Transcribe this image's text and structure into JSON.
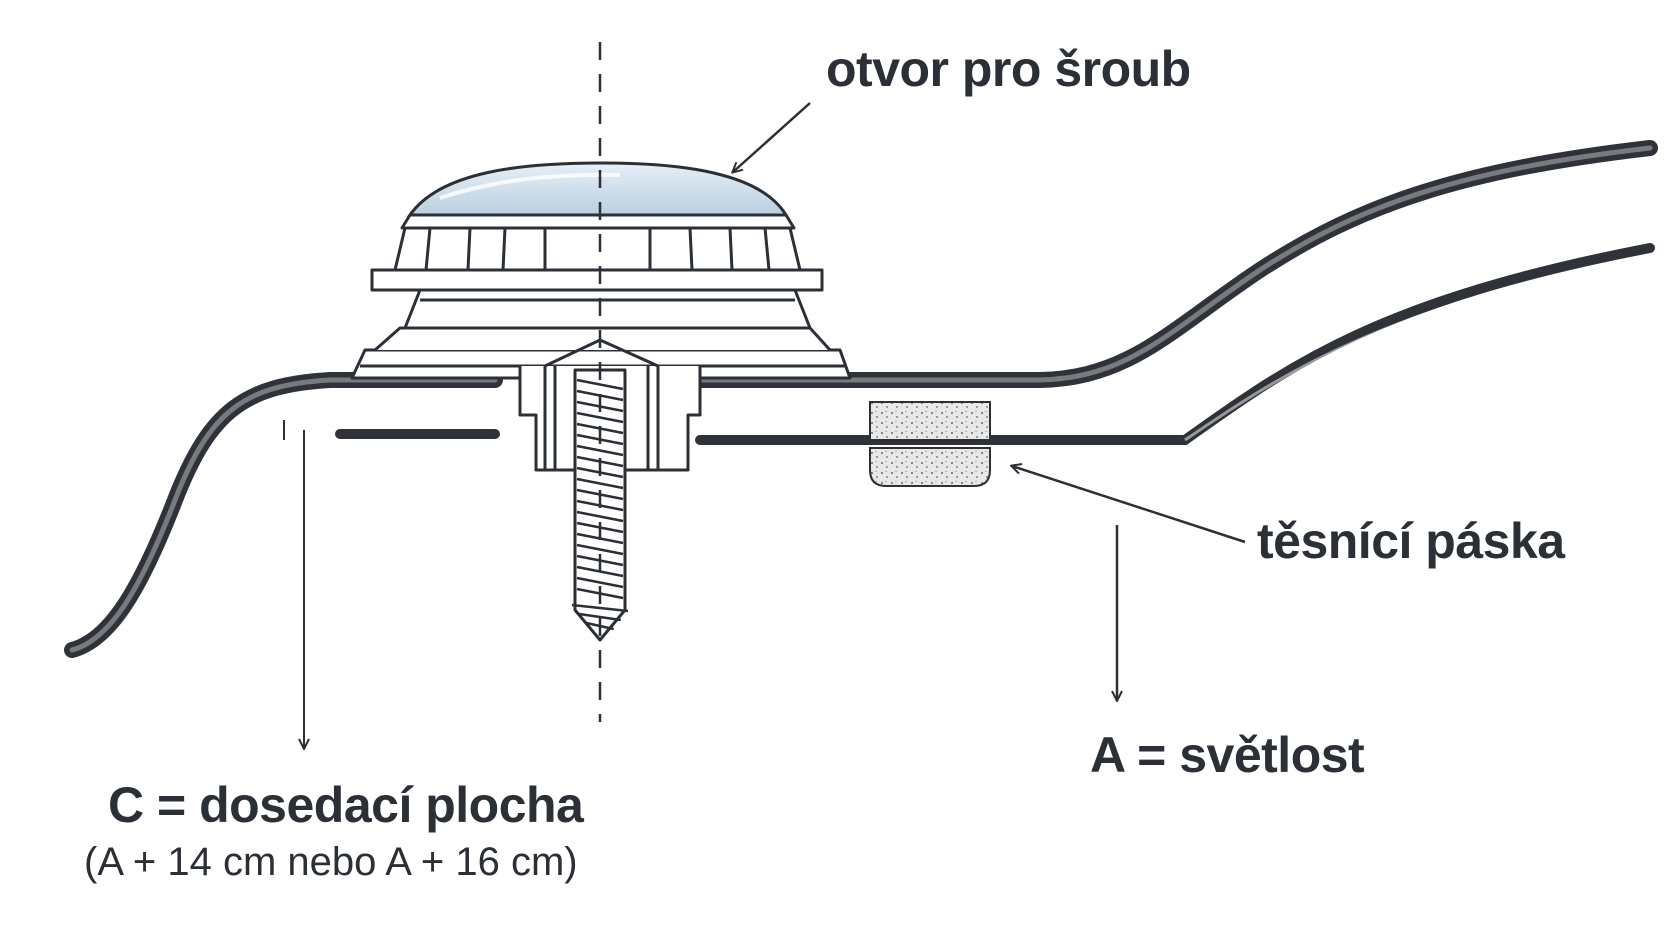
{
  "labels": {
    "screw_hole": "otvor pro šroub",
    "sealing_tape": "těsnící páska",
    "clearance": "A = světlost",
    "seating_area": "C = dosedací plocha",
    "seating_area_note": "(A + 14 cm nebo A + 16 cm)"
  },
  "colors": {
    "ink": "#2b2f36",
    "membrane": "#3b3f46",
    "dome": "#cfe0ec",
    "foam": "#e7e7e7"
  }
}
